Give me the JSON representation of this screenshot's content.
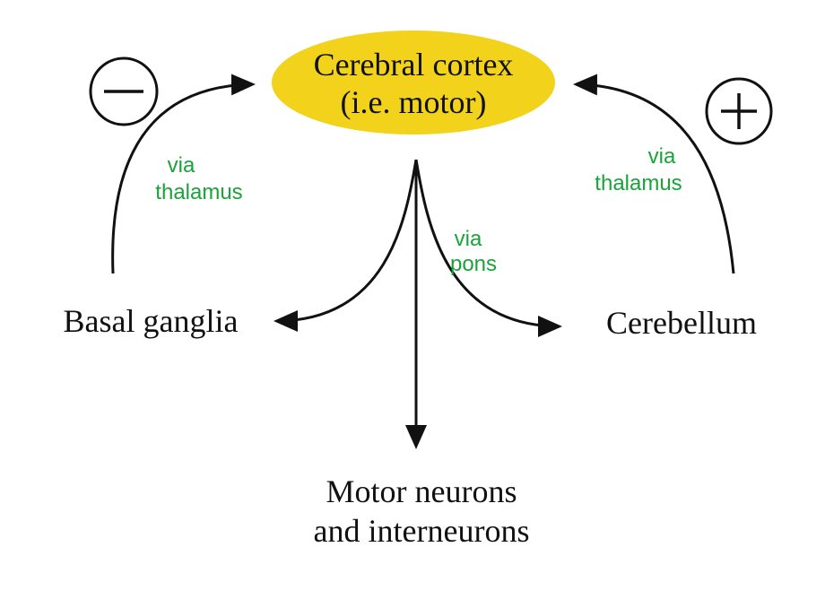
{
  "colors": {
    "cortex_fill": "#f2d21a",
    "via_text": "#1aa33a",
    "line": "#111111",
    "text": "#111111"
  },
  "nodes": {
    "cortex_line1": "Cerebral cortex",
    "cortex_line2": "(i.e. motor)",
    "basal_ganglia": "Basal ganglia",
    "cerebellum": "Cerebellum",
    "motor_line1": "Motor neurons",
    "motor_line2": "and interneurons"
  },
  "pathways": {
    "left_via_line1": "via",
    "left_via_line2": "thalamus",
    "right_via_line1": "via",
    "right_via_line2": "thalamus",
    "pons_line1": "via",
    "pons_line2": "pons"
  },
  "signs": {
    "inhibitory_icon": "minus-sign-icon",
    "excitatory_icon": "plus-sign-icon"
  }
}
